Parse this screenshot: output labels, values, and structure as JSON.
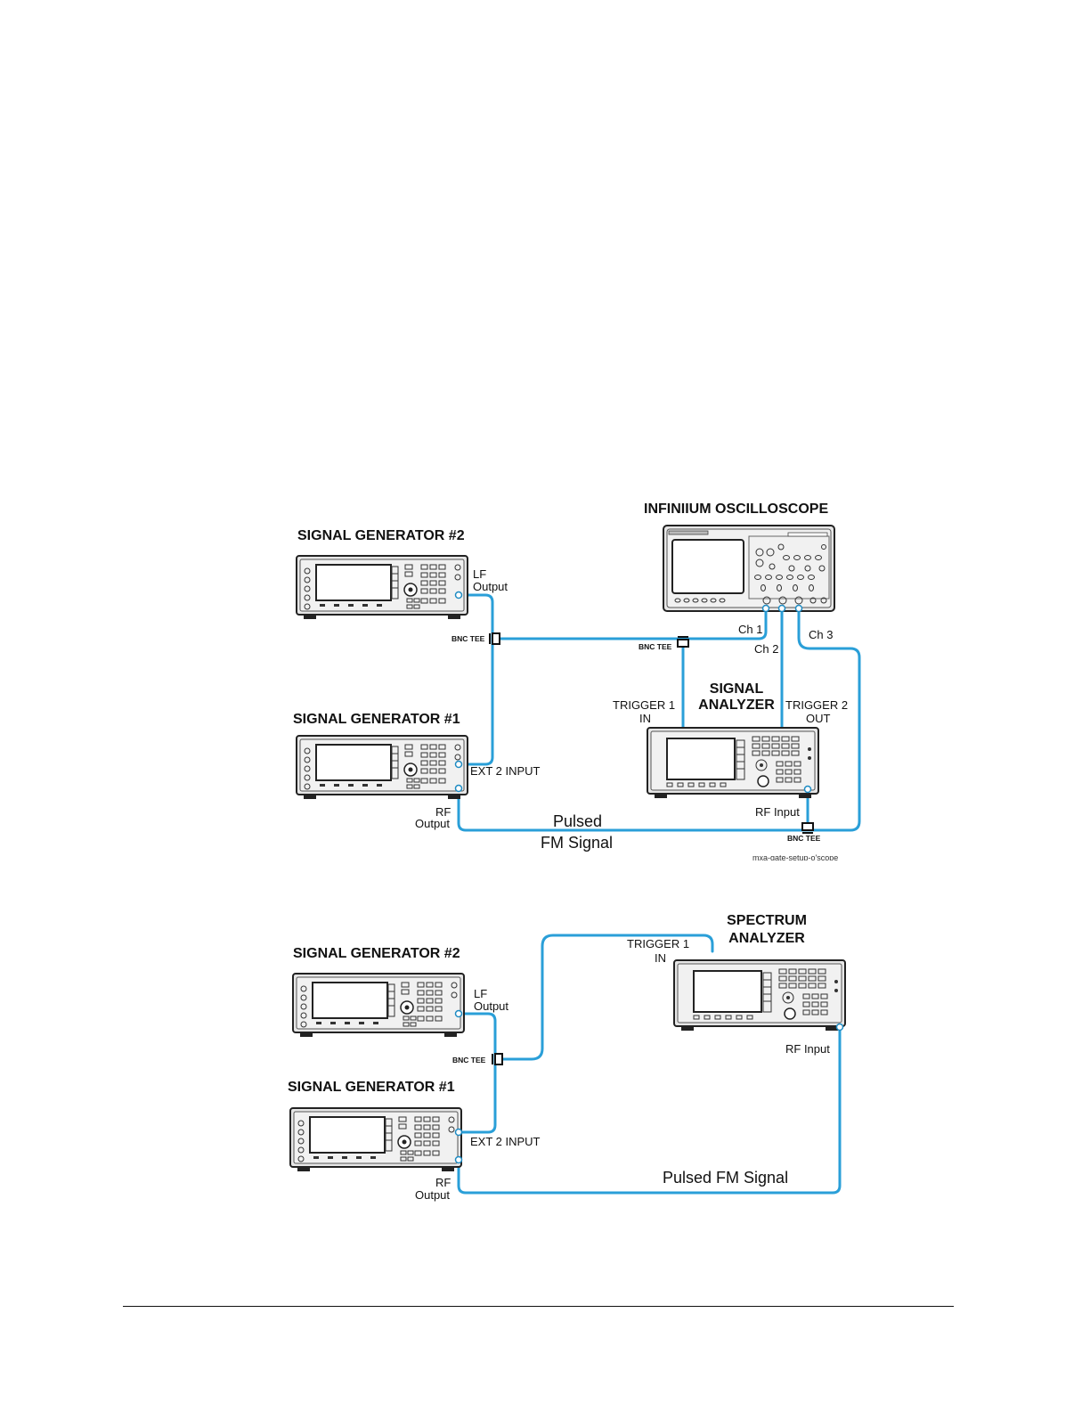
{
  "colors": {
    "cable": "#2a9fd8",
    "instrument_body": "#e6e6e6",
    "screen": "#ffffff",
    "outline": "#222222"
  },
  "figure_top": {
    "oscilloscope_title": "INFINIIUM OSCILLOSCOPE",
    "gen2_title": "SIGNAL GENERATOR #2",
    "gen1_title": "SIGNAL GENERATOR #1",
    "analyzer_title_line1": "SIGNAL",
    "analyzer_title_line2": "ANALYZER",
    "lf_output_line1": "LF",
    "lf_output_line2": "Output",
    "bnc_tee_left": "BNC TEE",
    "bnc_tee_mid": "BNC TEE",
    "bnc_tee_bottom": "BNC TEE",
    "ch1": "Ch 1",
    "ch2": "Ch 2",
    "ch3": "Ch 3",
    "trigger1_line1": "TRIGGER 1",
    "trigger1_line2": "IN",
    "trigger2_line1": "TRIGGER 2",
    "trigger2_line2": "OUT",
    "ext2_input": "EXT 2 INPUT",
    "rf_output_line1": "RF",
    "rf_output_line2": "Output",
    "rf_input": "RF Input",
    "signal_line1": "Pulsed",
    "signal_line2": "FM Signal",
    "figure_id": "mxa-gate-setup-o'scope"
  },
  "figure_bottom": {
    "analyzer_title_line1": "SPECTRUM",
    "analyzer_title_line2": "ANALYZER",
    "gen2_title": "SIGNAL GENERATOR #2",
    "gen1_title": "SIGNAL GENERATOR #1",
    "trigger1_line1": "TRIGGER 1",
    "trigger1_line2": "IN",
    "lf_output_line1": "LF",
    "lf_output_line2": "Output",
    "bnc_tee": "BNC TEE",
    "ext2_input": "EXT 2 INPUT",
    "rf_input": "RF Input",
    "rf_output_line1": "RF",
    "rf_output_line2": "Output",
    "signal": "Pulsed FM Signal"
  }
}
